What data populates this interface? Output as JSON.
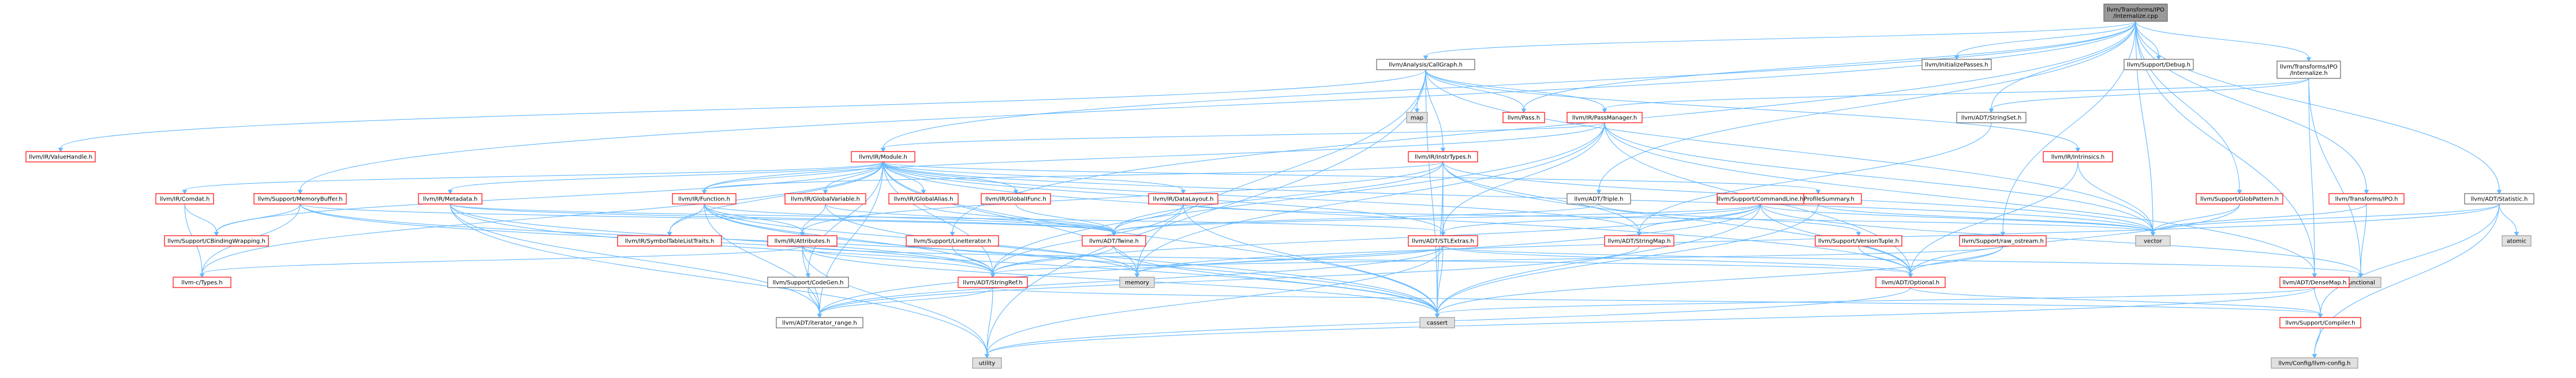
{
  "colors": {
    "root_fill": "#999999",
    "root_border": "#666666",
    "normal_fill": "#ffffff",
    "normal_border": "#666666",
    "linked_border": "#ff0000",
    "system_fill": "#e0e0e0",
    "system_border": "#999999",
    "edge": "#63b8ff"
  },
  "nodes": [
    {
      "id": "root",
      "label": [
        "llvm/Transforms/IPO",
        "/Internalize.cpp"
      ],
      "style": "root"
    },
    {
      "id": "callgraph",
      "label": [
        "llvm/Analysis/CallGraph.h"
      ],
      "style": "normal"
    },
    {
      "id": "initpasses",
      "label": [
        "llvm/InitializePasses.h"
      ],
      "style": "normal"
    },
    {
      "id": "debug",
      "label": [
        "llvm/Support/Debug.h"
      ],
      "style": "normal"
    },
    {
      "id": "internalize",
      "label": [
        "llvm/Transforms/IPO",
        "/Internalize.h"
      ],
      "style": "normal"
    },
    {
      "id": "valuehandle",
      "label": [
        "llvm/IR/ValueHandle.h"
      ],
      "style": "linked"
    },
    {
      "id": "map",
      "label": [
        "map"
      ],
      "style": "system"
    },
    {
      "id": "pass",
      "label": [
        "llvm/Pass.h"
      ],
      "style": "linked"
    },
    {
      "id": "passmanager",
      "label": [
        "llvm/IR/PassManager.h"
      ],
      "style": "linked"
    },
    {
      "id": "stringset",
      "label": [
        "llvm/ADT/StringSet.h"
      ],
      "style": "normal"
    },
    {
      "id": "module",
      "label": [
        "llvm/IR/Module.h"
      ],
      "style": "linked"
    },
    {
      "id": "insttypes",
      "label": [
        "llvm/IR/InstrTypes.h"
      ],
      "style": "linked"
    },
    {
      "id": "intrinsics",
      "label": [
        "llvm/IR/Intrinsics.h"
      ],
      "style": "linked"
    },
    {
      "id": "globpattern",
      "label": [
        "llvm/Support/GlobPattern.h"
      ],
      "style": "linked"
    },
    {
      "id": "ipoh",
      "label": [
        "llvm/Transforms/IPO.h"
      ],
      "style": "linked"
    },
    {
      "id": "statistic",
      "label": [
        "llvm/ADT/Statistic.h"
      ],
      "style": "normal"
    },
    {
      "id": "comdat",
      "label": [
        "llvm/IR/Comdat.h"
      ],
      "style": "linked"
    },
    {
      "id": "memorybuffer",
      "label": [
        "llvm/Support/MemoryBuffer.h"
      ],
      "style": "linked"
    },
    {
      "id": "metadata",
      "label": [
        "llvm/IR/Metadata.h"
      ],
      "style": "linked"
    },
    {
      "id": "function",
      "label": [
        "llvm/IR/Function.h"
      ],
      "style": "linked"
    },
    {
      "id": "globalvariable",
      "label": [
        "llvm/IR/GlobalVariable.h"
      ],
      "style": "linked"
    },
    {
      "id": "globalalias",
      "label": [
        "llvm/IR/GlobalAlias.h"
      ],
      "style": "linked"
    },
    {
      "id": "globalifunc",
      "label": [
        "llvm/IR/GlobalIFunc.h"
      ],
      "style": "linked"
    },
    {
      "id": "datalayout",
      "label": [
        "llvm/IR/DataLayout.h"
      ],
      "style": "linked"
    },
    {
      "id": "profilesummary",
      "label": [
        "llvm/IR/ProfileSummary.h"
      ],
      "style": "linked"
    },
    {
      "id": "triple",
      "label": [
        "llvm/ADT/Triple.h"
      ],
      "style": "normal"
    },
    {
      "id": "commandline",
      "label": [
        "llvm/Support/CommandLine.h"
      ],
      "style": "linked"
    },
    {
      "id": "vector",
      "label": [
        "vector"
      ],
      "style": "system"
    },
    {
      "id": "atomic",
      "label": [
        "atomic"
      ],
      "style": "system"
    },
    {
      "id": "cbinding",
      "label": [
        "llvm/Support/CBindingWrapping.h"
      ],
      "style": "linked"
    },
    {
      "id": "symtablelist",
      "label": [
        "llvm/IR/SymbolTableListTraits.h"
      ],
      "style": "linked"
    },
    {
      "id": "attributes",
      "label": [
        "llvm/IR/Attributes.h"
      ],
      "style": "linked"
    },
    {
      "id": "twine",
      "label": [
        "llvm/ADT/Twine.h"
      ],
      "style": "linked"
    },
    {
      "id": "lineiterator",
      "label": [
        "llvm/Support/LineIterator.h"
      ],
      "style": "linked"
    },
    {
      "id": "stlextras",
      "label": [
        "llvm/ADT/STLExtras.h"
      ],
      "style": "linked"
    },
    {
      "id": "stringmap",
      "label": [
        "llvm/ADT/StringMap.h"
      ],
      "style": "linked"
    },
    {
      "id": "versiontuple",
      "label": [
        "llvm/Support/VersionTuple.h"
      ],
      "style": "linked"
    },
    {
      "id": "rawostream",
      "label": [
        "llvm/Support/raw_ostream.h"
      ],
      "style": "linked"
    },
    {
      "id": "functional",
      "label": [
        "functional"
      ],
      "style": "system"
    },
    {
      "id": "ctypes",
      "label": [
        "llvm-c/Types.h"
      ],
      "style": "linked"
    },
    {
      "id": "codegen",
      "label": [
        "llvm/Support/CodeGen.h"
      ],
      "style": "normal"
    },
    {
      "id": "memory",
      "label": [
        "memory"
      ],
      "style": "system"
    },
    {
      "id": "stringref",
      "label": [
        "llvm/ADT/StringRef.h"
      ],
      "style": "linked"
    },
    {
      "id": "optional",
      "label": [
        "llvm/ADT/Optional.h"
      ],
      "style": "linked"
    },
    {
      "id": "densemap",
      "label": [
        "llvm/ADT/DenseMap.h"
      ],
      "style": "linked"
    },
    {
      "id": "iteratorrange",
      "label": [
        "llvm/ADT/iterator_range.h"
      ],
      "style": "normal"
    },
    {
      "id": "cassert",
      "label": [
        "cassert"
      ],
      "style": "system"
    },
    {
      "id": "compiler",
      "label": [
        "llvm/Support/Compiler.h"
      ],
      "style": "linked"
    },
    {
      "id": "utility",
      "label": [
        "utility"
      ],
      "style": "system"
    },
    {
      "id": "llvmconfig",
      "label": [
        "llvm/Config/llvm-config.h"
      ],
      "style": "system"
    }
  ],
  "edges": [
    [
      "root",
      "callgraph"
    ],
    [
      "root",
      "initpasses"
    ],
    [
      "root",
      "debug"
    ],
    [
      "root",
      "internalize"
    ],
    [
      "root",
      "stringset"
    ],
    [
      "root",
      "module"
    ],
    [
      "root",
      "pass"
    ],
    [
      "root",
      "globpattern"
    ],
    [
      "root",
      "ipoh"
    ],
    [
      "root",
      "statistic"
    ],
    [
      "root",
      "triple"
    ],
    [
      "root",
      "lineiterator"
    ],
    [
      "root",
      "memorybuffer"
    ],
    [
      "root",
      "densemap"
    ],
    [
      "root",
      "rawostream"
    ],
    [
      "root",
      "vector"
    ],
    [
      "callgraph",
      "valuehandle"
    ],
    [
      "callgraph",
      "map"
    ],
    [
      "callgraph",
      "pass"
    ],
    [
      "callgraph",
      "passmanager"
    ],
    [
      "callgraph",
      "insttypes"
    ],
    [
      "callgraph",
      "intrinsics"
    ],
    [
      "callgraph",
      "memory"
    ],
    [
      "callgraph",
      "utility"
    ],
    [
      "callgraph",
      "vector"
    ],
    [
      "callgraph",
      "cassert"
    ],
    [
      "internalize",
      "passmanager"
    ],
    [
      "internalize",
      "stringset"
    ],
    [
      "internalize",
      "functional"
    ],
    [
      "internalize",
      "densemap"
    ],
    [
      "passmanager",
      "module"
    ],
    [
      "passmanager",
      "function"
    ],
    [
      "passmanager",
      "stlextras"
    ],
    [
      "passmanager",
      "stringref"
    ],
    [
      "passmanager",
      "vector"
    ],
    [
      "passmanager",
      "densemap"
    ],
    [
      "passmanager",
      "optional"
    ],
    [
      "passmanager",
      "memory"
    ],
    [
      "stringset",
      "stringmap"
    ],
    [
      "module",
      "comdat"
    ],
    [
      "module",
      "metadata"
    ],
    [
      "module",
      "function"
    ],
    [
      "module",
      "globalvariable"
    ],
    [
      "module",
      "globalalias"
    ],
    [
      "module",
      "globalifunc"
    ],
    [
      "module",
      "datalayout"
    ],
    [
      "module",
      "profilesummary"
    ],
    [
      "module",
      "cbinding"
    ],
    [
      "module",
      "symtablelist"
    ],
    [
      "module",
      "stringmap"
    ],
    [
      "module",
      "stringref"
    ],
    [
      "module",
      "ctypes"
    ],
    [
      "module",
      "iteratorrange"
    ],
    [
      "module",
      "stlextras"
    ],
    [
      "module",
      "memory"
    ],
    [
      "module",
      "optional"
    ],
    [
      "module",
      "vector"
    ],
    [
      "module",
      "cassert"
    ],
    [
      "module",
      "codegen"
    ],
    [
      "insttypes",
      "function"
    ],
    [
      "insttypes",
      "attributes"
    ],
    [
      "insttypes",
      "twine"
    ],
    [
      "insttypes",
      "stlextras"
    ],
    [
      "insttypes",
      "stringmap"
    ],
    [
      "insttypes",
      "optional"
    ],
    [
      "insttypes",
      "vector"
    ],
    [
      "insttypes",
      "cassert"
    ],
    [
      "intrinsics",
      "vector"
    ],
    [
      "intrinsics",
      "optional"
    ],
    [
      "globpattern",
      "vector"
    ],
    [
      "globpattern",
      "optional"
    ],
    [
      "ipoh",
      "functional"
    ],
    [
      "ipoh",
      "vector"
    ],
    [
      "statistic",
      "compiler"
    ],
    [
      "statistic",
      "llvmconfig"
    ],
    [
      "statistic",
      "atomic"
    ],
    [
      "statistic",
      "memory"
    ],
    [
      "statistic",
      "vector"
    ],
    [
      "comdat",
      "cbinding"
    ],
    [
      "comdat",
      "ctypes"
    ],
    [
      "memorybuffer",
      "cbinding"
    ],
    [
      "memorybuffer",
      "ctypes"
    ],
    [
      "memorybuffer",
      "twine"
    ],
    [
      "memorybuffer",
      "stringref"
    ],
    [
      "memorybuffer",
      "memory"
    ],
    [
      "metadata",
      "twine"
    ],
    [
      "metadata",
      "stringref"
    ],
    [
      "metadata",
      "iteratorrange"
    ],
    [
      "metadata",
      "stlextras"
    ],
    [
      "metadata",
      "cassert"
    ],
    [
      "metadata",
      "utility"
    ],
    [
      "function",
      "symtablelist"
    ],
    [
      "function",
      "attributes"
    ],
    [
      "function",
      "twine"
    ],
    [
      "function",
      "stringref"
    ],
    [
      "function",
      "cassert"
    ],
    [
      "function",
      "memory"
    ],
    [
      "function",
      "iteratorrange"
    ],
    [
      "globalvariable",
      "attributes"
    ],
    [
      "globalvariable",
      "twine"
    ],
    [
      "globalvariable",
      "cassert"
    ],
    [
      "globalalias",
      "twine"
    ],
    [
      "globalifunc",
      "twine"
    ],
    [
      "datalayout",
      "stringref"
    ],
    [
      "datalayout",
      "twine"
    ],
    [
      "datalayout",
      "cassert"
    ],
    [
      "datalayout",
      "vector"
    ],
    [
      "profilesummary",
      "vector"
    ],
    [
      "profilesummary",
      "cassert"
    ],
    [
      "triple",
      "twine"
    ],
    [
      "triple",
      "versiontuple"
    ],
    [
      "commandline",
      "stringmap"
    ],
    [
      "commandline",
      "stringref"
    ],
    [
      "commandline",
      "twine"
    ],
    [
      "commandline",
      "stlextras"
    ],
    [
      "commandline",
      "optional"
    ],
    [
      "commandline",
      "iteratorrange"
    ],
    [
      "commandline",
      "vector"
    ],
    [
      "commandline",
      "cassert"
    ],
    [
      "commandline",
      "functional"
    ],
    [
      "attributes",
      "stringref"
    ],
    [
      "attributes",
      "optional"
    ],
    [
      "attributes",
      "ctypes"
    ],
    [
      "attributes",
      "iteratorrange"
    ],
    [
      "attributes",
      "utility"
    ],
    [
      "attributes",
      "cassert"
    ],
    [
      "twine",
      "stringref"
    ],
    [
      "twine",
      "cassert"
    ],
    [
      "lineiterator",
      "stringref"
    ],
    [
      "stlextras",
      "optional"
    ],
    [
      "stlextras",
      "iteratorrange"
    ],
    [
      "stlextras",
      "cassert"
    ],
    [
      "stlextras",
      "utility"
    ],
    [
      "stlextras",
      "functional"
    ],
    [
      "stlextras",
      "memory"
    ],
    [
      "stringmap",
      "iteratorrange"
    ],
    [
      "versiontuple",
      "optional"
    ],
    [
      "rawostream",
      "stringref"
    ],
    [
      "rawostream",
      "optional"
    ],
    [
      "rawostream",
      "cassert"
    ],
    [
      "stringref",
      "iteratorrange"
    ],
    [
      "stringref",
      "compiler"
    ],
    [
      "stringref",
      "utility"
    ],
    [
      "optional",
      "compiler"
    ],
    [
      "optional",
      "utility"
    ],
    [
      "densemap",
      "compiler"
    ],
    [
      "densemap",
      "cassert"
    ],
    [
      "densemap",
      "utility"
    ],
    [
      "compiler",
      "llvmconfig"
    ],
    [
      "codegen",
      "iteratorrange"
    ]
  ]
}
